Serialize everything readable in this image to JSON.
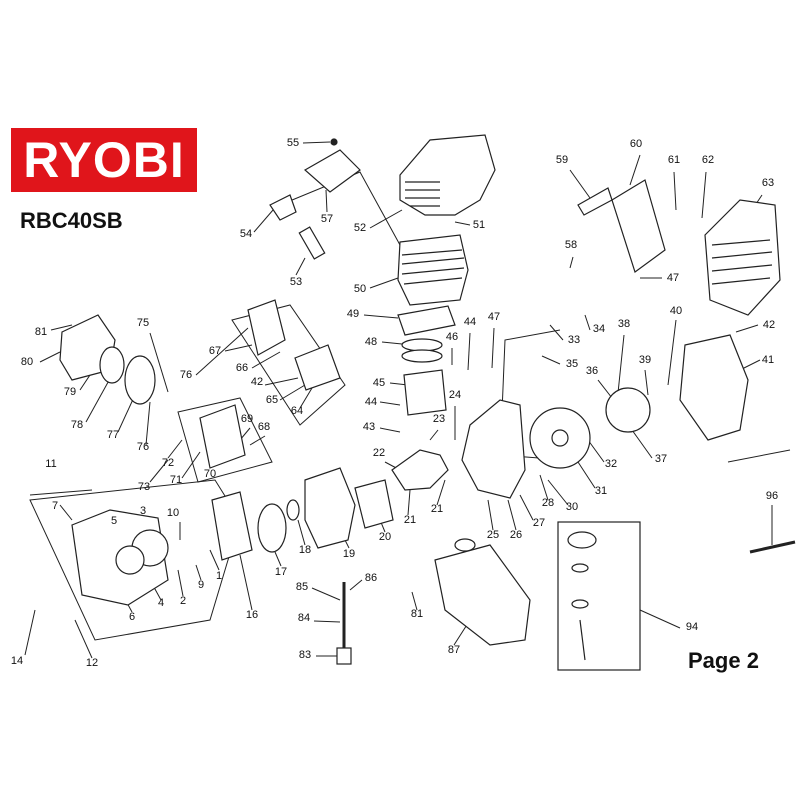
{
  "brand": {
    "logo_text": "RYOBI",
    "logo_color": "#e0151b"
  },
  "model": "RBC40SB",
  "page_label": "Page 2",
  "callouts": [
    "55",
    "57",
    "52",
    "51",
    "54",
    "53",
    "50",
    "59",
    "60",
    "61",
    "62",
    "63",
    "58",
    "47",
    "49",
    "48",
    "46",
    "44",
    "47",
    "33",
    "34",
    "35",
    "38",
    "40",
    "42",
    "41",
    "81",
    "80",
    "75",
    "79",
    "78",
    "77",
    "76",
    "76",
    "67",
    "66",
    "42",
    "65",
    "64",
    "45",
    "44",
    "43",
    "23",
    "24",
    "39",
    "36",
    "37",
    "72",
    "73",
    "71",
    "70",
    "69",
    "68",
    "22",
    "21",
    "21",
    "32",
    "31",
    "28",
    "30",
    "25",
    "26",
    "27",
    "11",
    "7",
    "5",
    "3",
    "10",
    "9",
    "2",
    "1",
    "6",
    "4",
    "16",
    "17",
    "18",
    "19",
    "20",
    "96",
    "94",
    "86",
    "85",
    "84",
    "83",
    "81",
    "87",
    "14",
    "12"
  ]
}
